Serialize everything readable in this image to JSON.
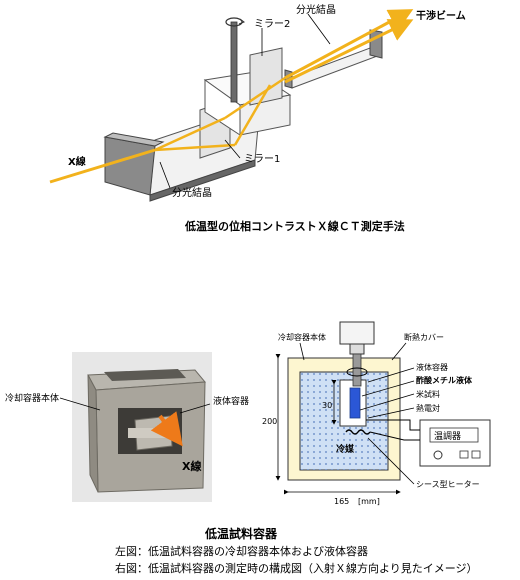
{
  "top": {
    "xray_label": "X線",
    "crystal_bottom": "分光結晶",
    "mirror1": "ミラー1",
    "mirror2": "ミラー2",
    "crystal_top": "分光結晶",
    "beam_label": "干渉ビーム",
    "caption": "低温型の位相コントラストＸ線ＣＴ測定手法"
  },
  "photo": {
    "label_body": "冷却容器本体",
    "label_liquid": "液体容器",
    "xray_label": "X線"
  },
  "schematic": {
    "label_body": "冷却容器本体",
    "label_cover": "断熱カバー",
    "label_liquid": "液体容器",
    "label_methyl": "酢酸メチル液体",
    "label_sample": "米試料",
    "label_thermo": "熱電対",
    "label_cooling": "冷媒",
    "label_controller": "温調器",
    "label_heater": "シース型ヒーター",
    "dim_height": "200",
    "dim_width": "165",
    "dim_unit": "[mm]",
    "dim_inner": "30"
  },
  "captions": {
    "title": "低温試料容器",
    "line1": "左図：低温試料容器の冷却容器本体および液体容器",
    "line2": "右図：低温試料容器の測定時の構成図（入射Ｘ線方向より見たイメージ）"
  },
  "colors": {
    "beam": "#f2b21c",
    "box_grey": "#8a8a8a",
    "box_light": "#d9d9d9",
    "coolant": "#cfe0f5",
    "insulation": "#fdf6d0"
  }
}
